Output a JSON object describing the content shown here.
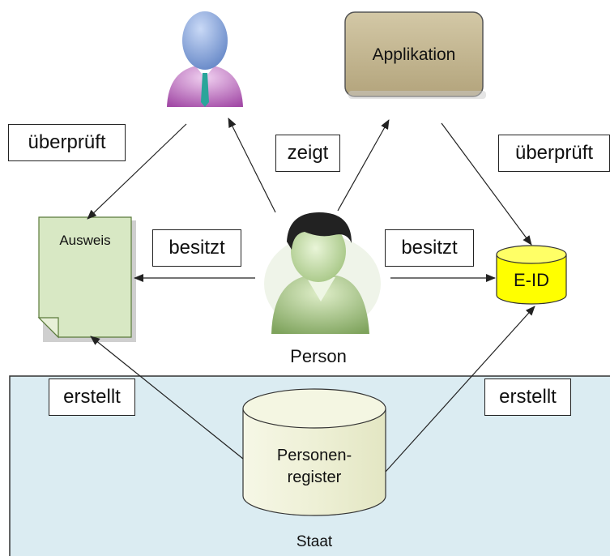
{
  "nodes": {
    "applikation": "Applikation",
    "ausweis": "Ausweis",
    "person": "Person",
    "eid": "E-ID",
    "register_line1": "Personen-",
    "register_line2": "register",
    "staat": "Staat"
  },
  "edges": {
    "ueberprueft_left": "überprüft",
    "zeigt": "zeigt",
    "ueberprueft_right": "überprüft",
    "besitzt_left": "besitzt",
    "besitzt_right": "besitzt",
    "erstellt_left": "erstellt",
    "erstellt_right": "erstellt"
  },
  "colors": {
    "staat_fill": "#dbecf2",
    "applikation_fill": "#c6b995",
    "ausweis_fill": "#d8e8c4",
    "eid_fill": "#ffff00",
    "register_fill": "#eef0d6"
  }
}
